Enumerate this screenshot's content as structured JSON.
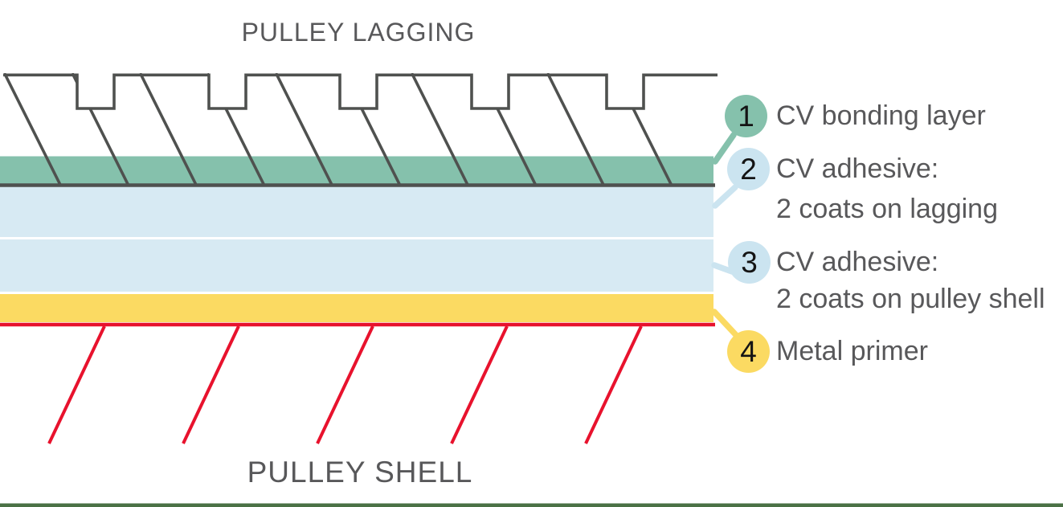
{
  "title": "PULLEY LAGGING",
  "shell_label": "PULLEY SHELL",
  "legend": {
    "items": [
      {
        "number": "1",
        "label": "CV bonding layer",
        "color": "#85c1ac"
      },
      {
        "number": "2",
        "label": "CV adhesive:",
        "label2": "2 coats on lagging",
        "color": "#cbe4f0"
      },
      {
        "number": "3",
        "label": "CV adhesive:",
        "label2": "2 coats on pulley shell",
        "color": "#cbe4f0"
      },
      {
        "number": "4",
        "label": "Metal primer",
        "color": "#fbda62"
      }
    ]
  },
  "colors": {
    "text": "#58585a",
    "number_text": "#141414",
    "outline": "#4f514f",
    "bonding_layer": "#85c1ac",
    "adhesive_layer": "#d7eaf3",
    "primer_layer": "#fbda62",
    "shell_red": "#e8122d",
    "footer_green": "#4a7145"
  }
}
